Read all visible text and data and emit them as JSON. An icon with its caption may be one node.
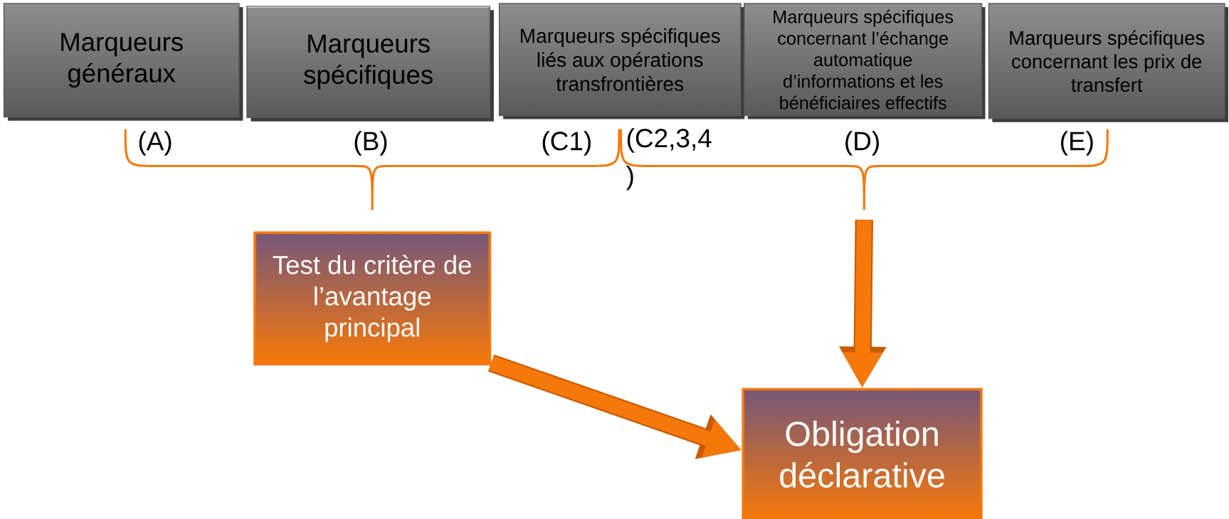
{
  "diagram": {
    "nodes": [
      {
        "text": [
          "Marqueurs généraux"
        ]
      },
      {
        "text": [
          "Marqueurs spécifiques"
        ]
      },
      {
        "text": [
          "Marqueurs spécifiques liés aux opérations transfrontières"
        ]
      },
      {
        "text": [
          "Marqueurs spécifiques concernant l’échange automatique d’informations et les bénéficiaires effectifs"
        ]
      },
      {
        "text": [
          "Marqueurs spécifiques concernant les prix de transfert"
        ]
      },
      {
        "text": [
          "Test du critère de l’avantage principal"
        ]
      },
      {
        "text": [
          "Obligation déclarative"
        ]
      },
      {
        "text": [],
        "shape": "brace"
      },
      {
        "text": [],
        "shape": "brace"
      }
    ],
    "edges": [
      {
        "from": 8,
        "to": 6,
        "arrow": "to"
      },
      {
        "from": 5,
        "to": 6,
        "arrow": "to"
      }
    ],
    "labels": [
      "(A)",
      "(B)",
      "(C1)",
      "(C2,3,4 )",
      "(D)",
      "(E)"
    ]
  }
}
